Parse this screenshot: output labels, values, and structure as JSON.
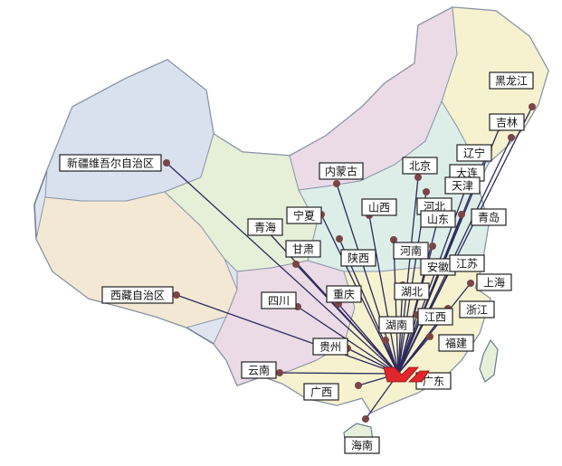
{
  "map": {
    "hub": {
      "name": "广东",
      "logo_color": "#e0262b"
    },
    "colors": {
      "route_line": "#2c2a5c",
      "marker": "#7a4545",
      "province_fills": [
        "#d9e1ef",
        "#f3e8d3",
        "#e6f0d8",
        "#eadbe6",
        "#f6f2cf",
        "#ddeee8"
      ]
    },
    "regions": [
      {
        "name": "黑龙江"
      },
      {
        "name": "吉林"
      },
      {
        "name": "辽宁"
      },
      {
        "name": "大连"
      },
      {
        "name": "新疆维吾尔自治区"
      },
      {
        "name": "内蒙古"
      },
      {
        "name": "北京"
      },
      {
        "name": "天津"
      },
      {
        "name": "河北"
      },
      {
        "name": "山西"
      },
      {
        "name": "宁夏"
      },
      {
        "name": "山东"
      },
      {
        "name": "青岛"
      },
      {
        "name": "青海"
      },
      {
        "name": "甘肃"
      },
      {
        "name": "陕西"
      },
      {
        "name": "河南"
      },
      {
        "name": "安徽"
      },
      {
        "name": "江苏"
      },
      {
        "name": "上海"
      },
      {
        "name": "西藏自治区"
      },
      {
        "name": "四川"
      },
      {
        "name": "重庆"
      },
      {
        "name": "湖北"
      },
      {
        "name": "浙江"
      },
      {
        "name": "湖南"
      },
      {
        "name": "江西"
      },
      {
        "name": "贵州"
      },
      {
        "name": "福建"
      },
      {
        "name": "云南"
      },
      {
        "name": "广西"
      },
      {
        "name": "海南"
      }
    ]
  }
}
